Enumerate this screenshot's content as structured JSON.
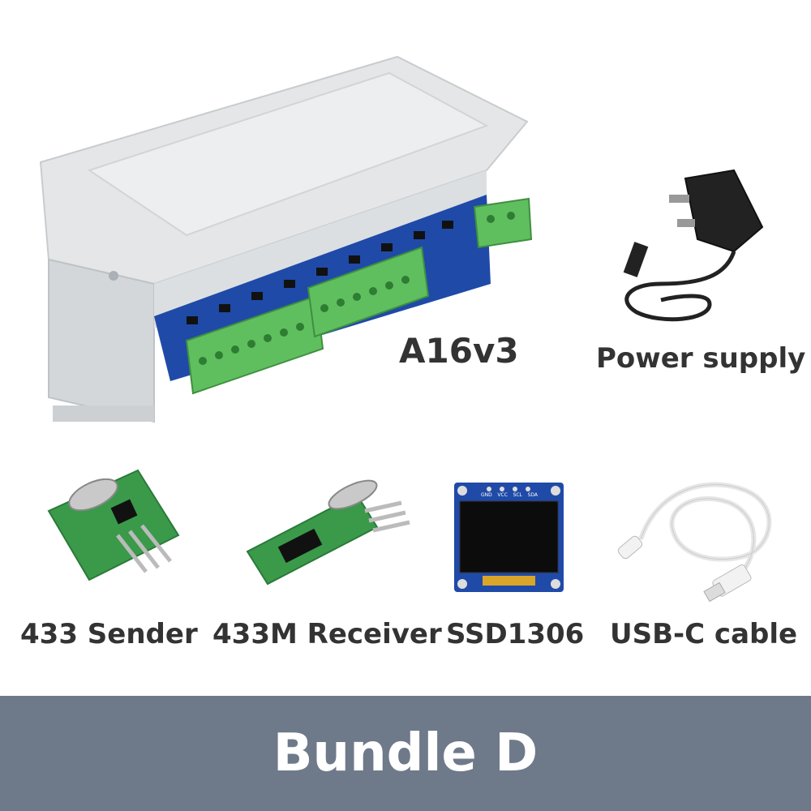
{
  "products": {
    "main": {
      "label": "A16v3",
      "icon": "relay-controller-enclosure-icon"
    },
    "power": {
      "label": "Power supply",
      "icon": "uk-power-adapter-icon"
    },
    "sender": {
      "label": "433 Sender",
      "icon": "rf-transmitter-module-icon"
    },
    "receiver": {
      "label": "433M Receiver",
      "icon": "rf-receiver-module-icon"
    },
    "oled": {
      "label": "SSD1306",
      "icon": "oled-display-module-icon"
    },
    "cable": {
      "label": "USB-C cable",
      "icon": "usb-c-cable-icon"
    }
  },
  "oled_pins": [
    "GND",
    "VCC",
    "SCL",
    "SDA"
  ],
  "banner": {
    "text": "Bundle D"
  },
  "colors": {
    "banner_bg": "#6e7a8a",
    "terminal_green": "#5fbf5f",
    "pcb_blue": "#1f4aa8",
    "pcb_green": "#3a9a4a"
  }
}
